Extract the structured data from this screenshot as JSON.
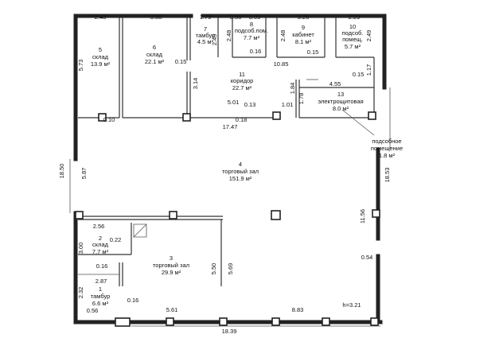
{
  "rooms": [
    {
      "id": "r5",
      "num": "5",
      "name": "склад",
      "area": "13.9 м²"
    },
    {
      "id": "r6",
      "num": "6",
      "name": "склад",
      "area": "22.1 м²"
    },
    {
      "id": "r7",
      "num": "7",
      "name": "тамбур",
      "area": "4.5 м²"
    },
    {
      "id": "r8",
      "num": "8",
      "name": "подсоб.пом.",
      "area": "7.7 м²"
    },
    {
      "id": "r9",
      "num": "9",
      "name": "кабинет",
      "area": "8.1 м²"
    },
    {
      "id": "r10",
      "num": "10",
      "name": "подсоб.",
      "name2": "помещ.",
      "area": "5.7 м²"
    },
    {
      "id": "r11",
      "num": "11",
      "name": "коридор",
      "area": "22.7 м²"
    },
    {
      "id": "r13",
      "num": "13",
      "name": "электрощитовая",
      "area": "8.0 м²"
    },
    {
      "id": "r12",
      "name": "подсобное",
      "name2": "помещение",
      "area": "1.8 м²"
    },
    {
      "id": "r4",
      "num": "4",
      "name": "торговый зал",
      "area": "151.9 м²"
    },
    {
      "id": "r2",
      "num": "2",
      "name": "склад",
      "area": "7.7 м²"
    },
    {
      "id": "r3",
      "num": "3",
      "name": "торговый зал",
      "area": "29.9 м²"
    },
    {
      "id": "r1",
      "num": "1",
      "name": "тамбур",
      "area": "6.6 м²"
    }
  ],
  "dimensions": [
    "2.43",
    "3.88",
    "1.79",
    "0.56",
    "3.09",
    "3.26",
    "2.29",
    "5.73",
    "2.48",
    "2.48",
    "2.49",
    "0.16",
    "0.15",
    "10.85",
    "0.15",
    "1.17",
    "3.14",
    "1.84",
    "4.55",
    "0.15",
    "1.78",
    "5.01",
    "0.13",
    "1.01",
    "0.10",
    "0.18",
    "17.47",
    "18.50",
    "5.87",
    "18.53",
    "11.56",
    "2.56",
    "3.00",
    "0.22",
    "0.16",
    "2.87",
    "5.50",
    "5.69",
    "0.54",
    "2.32",
    "0.56",
    "0.16",
    "5.61",
    "8.83",
    "18.39",
    "2.49"
  ],
  "height_note": "h=3.21"
}
